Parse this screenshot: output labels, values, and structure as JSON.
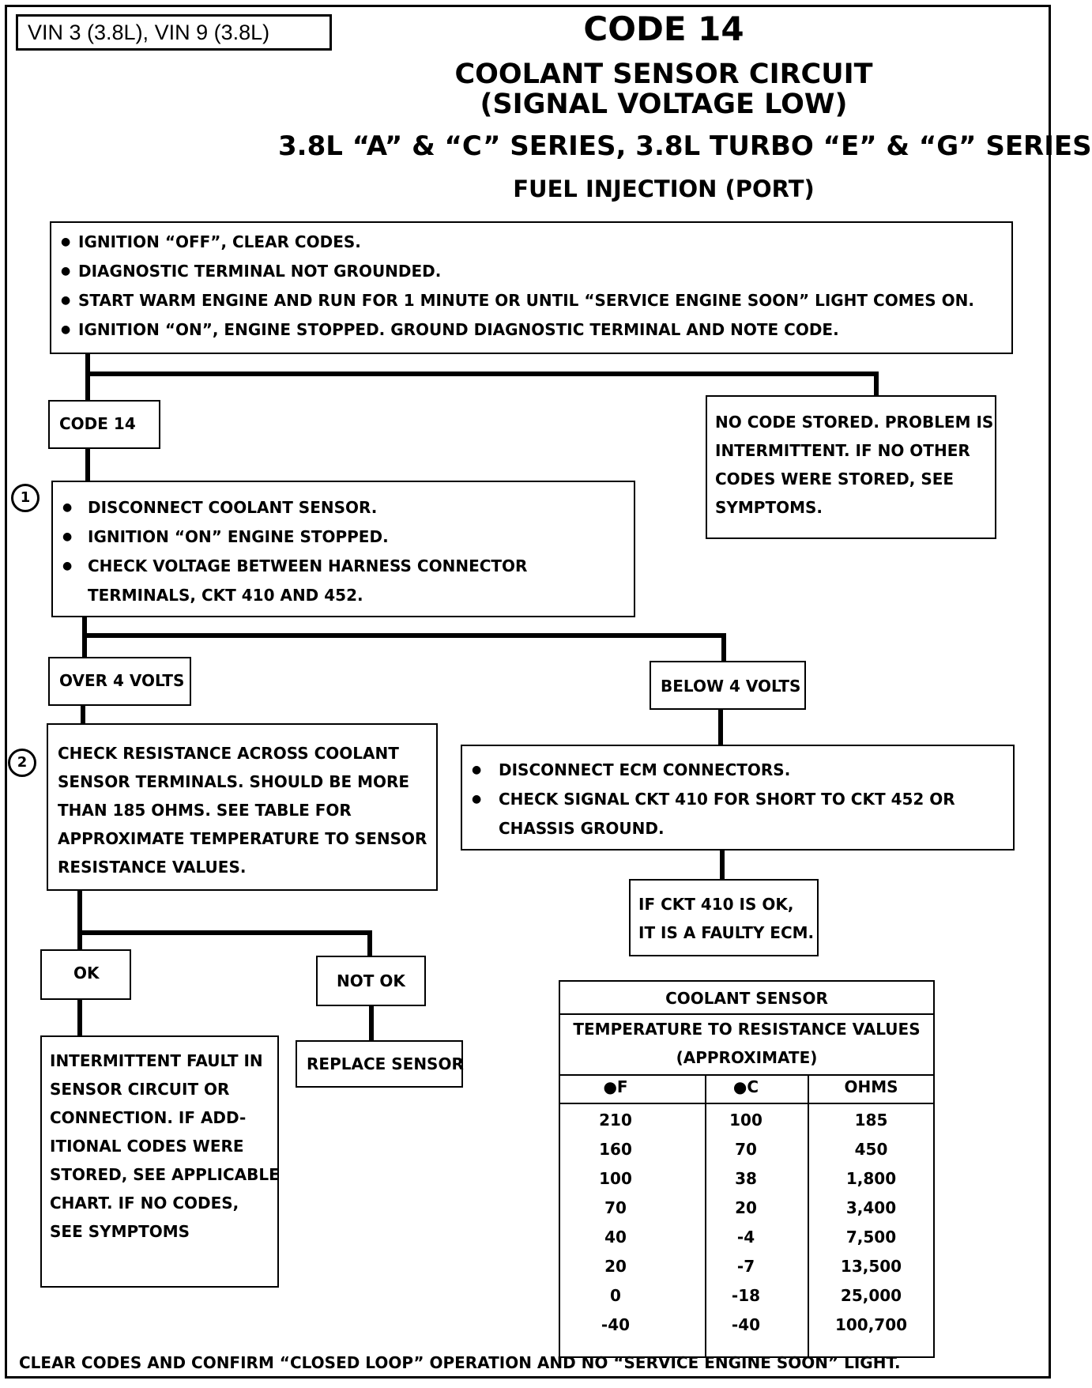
{
  "vin_tag": "VIN 3 (3.8L), VIN 9 (3.8L)",
  "header": {
    "code": "CODE 14",
    "title_1": "COOLANT SENSOR CIRCUIT",
    "title_2": "(SIGNAL VOLTAGE LOW)",
    "series": "3.8L “A” & “C” SERIES, 3.8L TURBO “E” & “G” SERIES",
    "system": "FUEL INJECTION (PORT)"
  },
  "start_box": {
    "items": [
      "IGNITION “OFF”, CLEAR CODES.",
      "DIAGNOSTIC TERMINAL NOT GROUNDED.",
      "START WARM ENGINE AND RUN FOR 1 MINUTE OR UNTIL  “SERVICE ENGINE SOON” LIGHT COMES ON.",
      "IGNITION “ON”, ENGINE STOPPED.  GROUND DIAGNOSTIC TERMINAL AND NOTE CODE."
    ]
  },
  "code14_box": "CODE 14",
  "no_code_box": {
    "lines": [
      "NO CODE STORED.  PROBLEM IS",
      "INTERMITTENT.  IF NO OTHER",
      "CODES WERE STORED, SEE",
      "SYMPTOMS."
    ]
  },
  "step1": {
    "marker": "1",
    "items": [
      "DISCONNECT COOLANT SENSOR.",
      "IGNITION “ON” ENGINE STOPPED.",
      "CHECK VOLTAGE BETWEEN HARNESS CONNECTOR TERMINALS, CKT 410 AND 452."
    ]
  },
  "over4_box": "OVER 4 VOLTS",
  "below4_box": "BELOW 4 VOLTS",
  "step2": {
    "marker": "2",
    "lines": [
      "CHECK RESISTANCE ACROSS COOLANT",
      "SENSOR TERMINALS.  SHOULD BE MORE",
      "THAN 185 OHMS. SEE TABLE FOR",
      "APPROXIMATE TEMPERATURE TO SENSOR",
      "RESISTANCE VALUES."
    ]
  },
  "ecm_box": {
    "items": [
      "DISCONNECT ECM CONNECTORS.",
      "CHECK SIGNAL CKT 410 FOR SHORT TO CKT 452 OR CHASSIS GROUND."
    ]
  },
  "faulty_ecm_box": {
    "lines": [
      "IF CKT 410 IS OK,",
      "IT IS A FAULTY ECM."
    ]
  },
  "ok_box": "OK",
  "not_ok_box": "NOT OK",
  "intermittent_box": {
    "lines": [
      "INTERMITTENT  FAULT  IN",
      "SENSOR  CIRCUIT OR",
      "CONNECTION.  IF ADD-",
      "ITIONAL CODES WERE",
      "STORED, SEE APPLICABLE",
      "CHART.  IF NO CODES,",
      "SEE SYMPTOMS"
    ]
  },
  "replace_box": "REPLACE SENSOR",
  "table": {
    "title_1": "COOLANT SENSOR",
    "title_2": "TEMPERATURE TO RESISTANCE VALUES",
    "title_3": "(APPROXIMATE)",
    "headers": [
      "●F",
      "●C",
      "OHMS"
    ],
    "rows": [
      [
        "210",
        "100",
        "185"
      ],
      [
        "160",
        "70",
        "450"
      ],
      [
        "100",
        "38",
        "1,800"
      ],
      [
        "70",
        "20",
        "3,400"
      ],
      [
        "40",
        "-4",
        "7,500"
      ],
      [
        "20",
        "-7",
        "13,500"
      ],
      [
        "0",
        "-18",
        "25,000"
      ],
      [
        "-40",
        "-40",
        "100,700"
      ]
    ]
  },
  "footer": "CLEAR CODES AND CONFIRM “CLOSED LOOP”  OPERATION AND NO “SERVICE ENGINE SOON” LIGHT."
}
